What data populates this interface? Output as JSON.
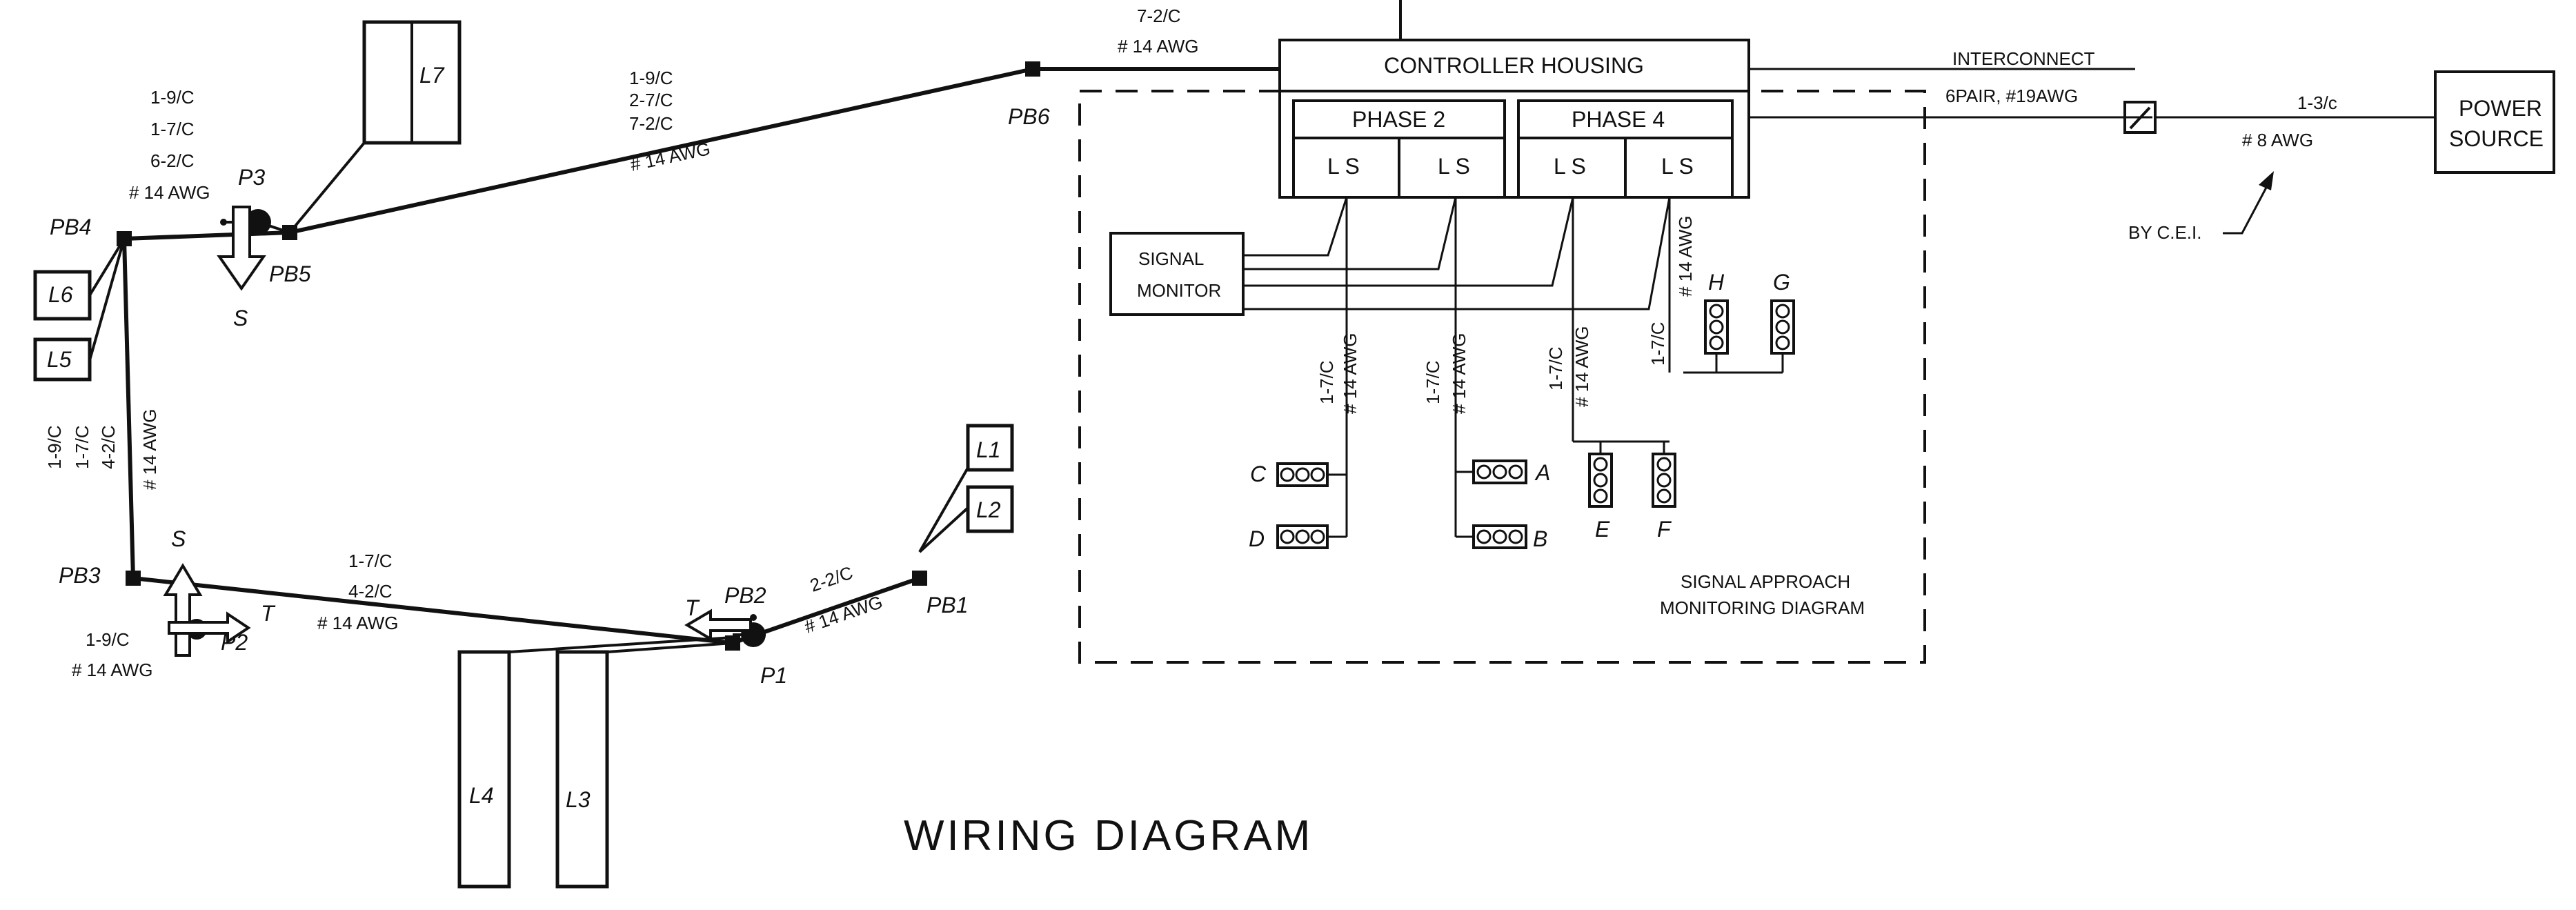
{
  "title": "WIRING DIAGRAM",
  "controller": {
    "housing": "CONTROLLER HOUSING",
    "phase2": "PHASE 2",
    "phase4": "PHASE 4",
    "ls": "L S",
    "monitor_line1": "SIGNAL",
    "monitor_line2": "MONITOR"
  },
  "monitoring_caption": [
    "SIGNAL APPROACH",
    "MONITORING DIAGRAM"
  ],
  "interconnect": [
    "INTERCONNECT",
    "6PAIR, #19AWG"
  ],
  "power": {
    "source_line1": "POWER",
    "source_line2": "SOURCE",
    "cable": "1-3/c",
    "gauge": "# 8 AWG",
    "by": "BY C.E.I."
  },
  "pull_boxes": [
    "PB1",
    "PB2",
    "PB3",
    "PB4",
    "PB5",
    "PB6"
  ],
  "poles": [
    "P1",
    "P2",
    "P3"
  ],
  "loops": [
    "L1",
    "L2",
    "L3",
    "L4",
    "L5",
    "L6",
    "L7"
  ],
  "signal_heads": [
    "A",
    "B",
    "C",
    "D",
    "E",
    "F",
    "G",
    "H"
  ],
  "sign_letters": {
    "stop": "S",
    "turn": "T"
  },
  "cables": {
    "pb4_note": [
      "1-9/C",
      "1-7/C",
      "6-2/C",
      "# 14 AWG"
    ],
    "pb5_pb6": [
      "1-9/C",
      "2-7/C",
      "7-2/C",
      "# 14 AWG"
    ],
    "pb6_ctrl": [
      "7-2/C",
      "# 14 AWG"
    ],
    "pb4_pb3": [
      "1-9/C",
      "1-7/C",
      "4-2/C",
      "# 14 AWG"
    ],
    "pb3_pb2": [
      "1-7/C",
      "4-2/C",
      "# 14 AWG"
    ],
    "p2_note": [
      "1-9/C",
      "# 14 AWG"
    ],
    "pb2_pb1": [
      "2-2/C",
      "# 14 AWG"
    ],
    "head_cable": "1-7/C",
    "head_gauge": "# 14 AWG"
  }
}
